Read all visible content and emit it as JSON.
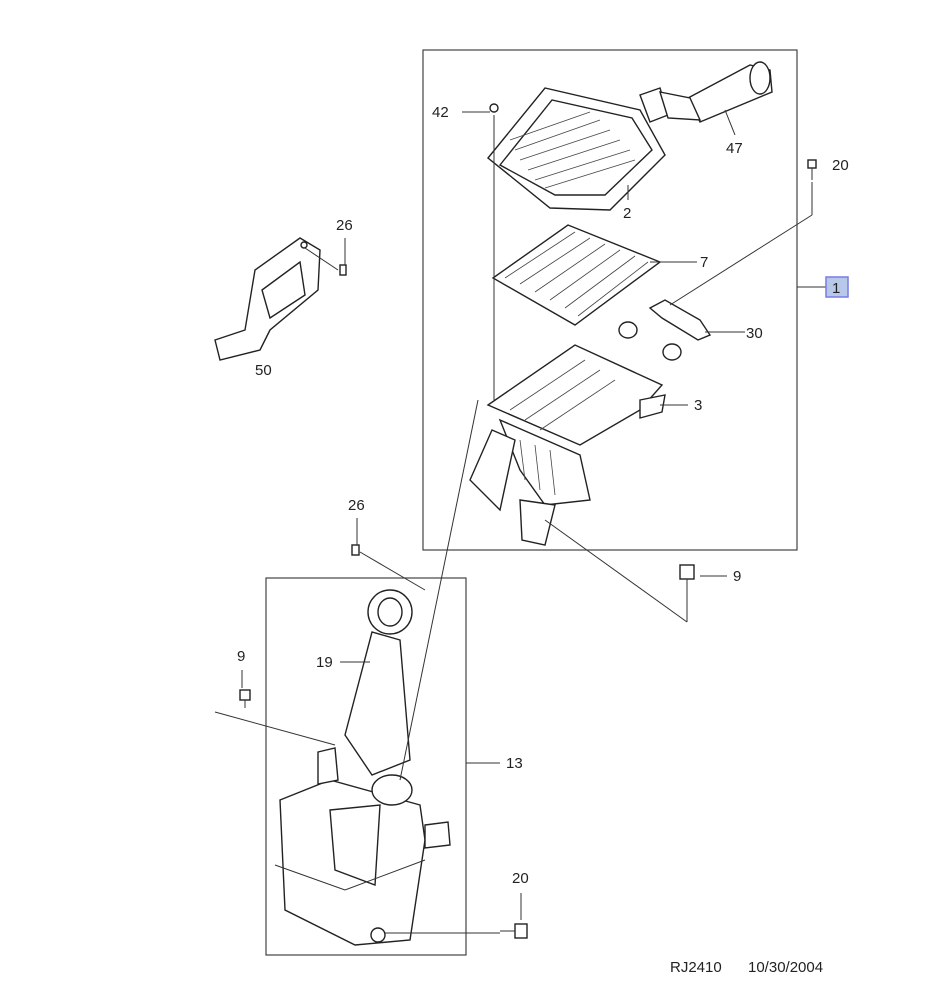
{
  "diagram": {
    "callouts": {
      "p42": "42",
      "p47": "47",
      "p20_top": "20",
      "p2": "2",
      "p26_top": "26",
      "p7": "7",
      "p1": "1",
      "p30": "30",
      "p50": "50",
      "p3": "3",
      "p26_mid": "26",
      "p9_right": "9",
      "p9_left": "9",
      "p19": "19",
      "p13": "13",
      "p20_bottom": "20"
    },
    "footer": {
      "code": "RJ2410",
      "date": "10/30/2004"
    },
    "colors": {
      "badge_fill": "#b8c8e8",
      "badge_border": "#7a7ae8"
    }
  }
}
